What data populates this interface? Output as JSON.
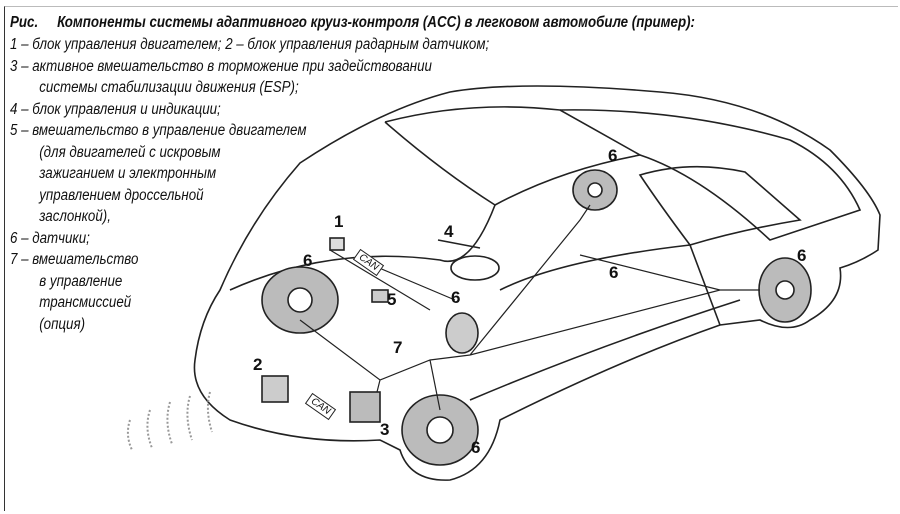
{
  "caption": {
    "prefix": "Рис.",
    "title": "Компоненты системы адаптивного круиз-контроля (ACC) в легковом автомобиле (пример):",
    "legend_lines": [
      "1 – блок управления двигателем; 2 – блок управления радарным датчиком;",
      "3 – активное вмешательство в торможение при задействовании",
      "системы стабилизации движения (ESP);",
      "4 – блок управления и индикации;",
      "5 – вмешательство в управление двигателем",
      "(для двигателей с искровым",
      "зажиганием и электронным",
      "управлением дроссельной",
      "заслонкой),",
      "6 – датчики;",
      "7 – вмешательство",
      "в управление",
      "трансмиссией",
      "(опция)"
    ]
  },
  "callouts": {
    "engine_ecu": "1",
    "radar_ecu": "2",
    "esp_brake": "3",
    "display_unit": "4",
    "engine_intervention": "5",
    "sensor": "6",
    "transmission": "7"
  },
  "bus_label": "CAN"
}
